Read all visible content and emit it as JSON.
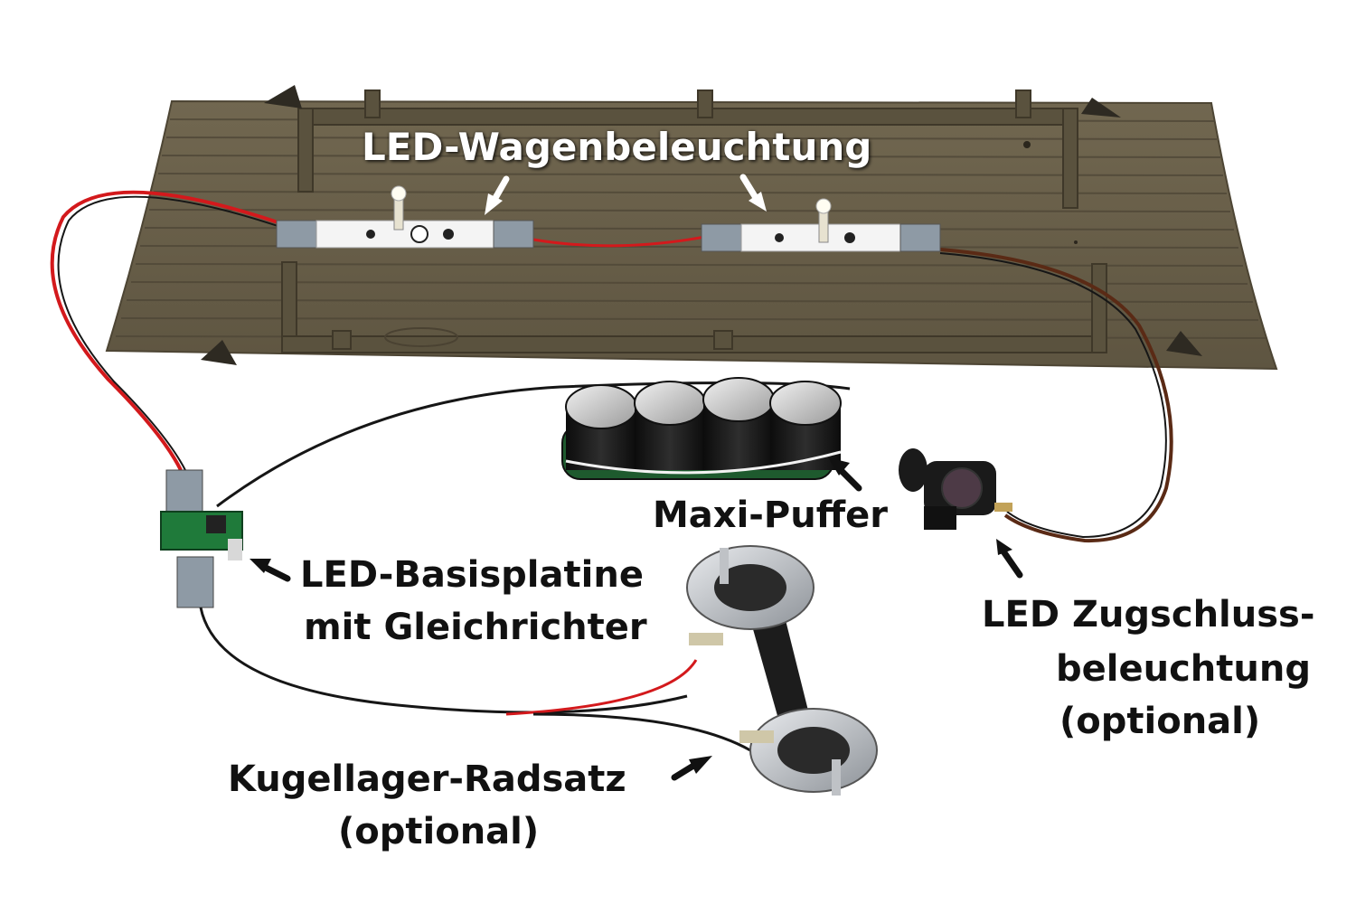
{
  "labels": {
    "wagenbeleuchtung": "LED-Wagenbeleuchtung",
    "maxi_puffer": "Maxi-Puffer",
    "basisplatine_line1": "LED-Basisplatine",
    "basisplatine_line2": "mit Gleichrichter",
    "zugschluss_line1": "LED Zugschluss-",
    "zugschluss_line2": "beleuchtung",
    "zugschluss_line3": "(optional)",
    "radsatz_line1": "Kugellager-Radsatz",
    "radsatz_line2": "(optional)"
  },
  "colors": {
    "floor": "#6b6148",
    "floor_dark": "#4d4534",
    "wire_red": "#d3191c",
    "wire_black": "#161616",
    "pcb_green": "#1f7a3a",
    "steel": "#c9ccd0"
  }
}
